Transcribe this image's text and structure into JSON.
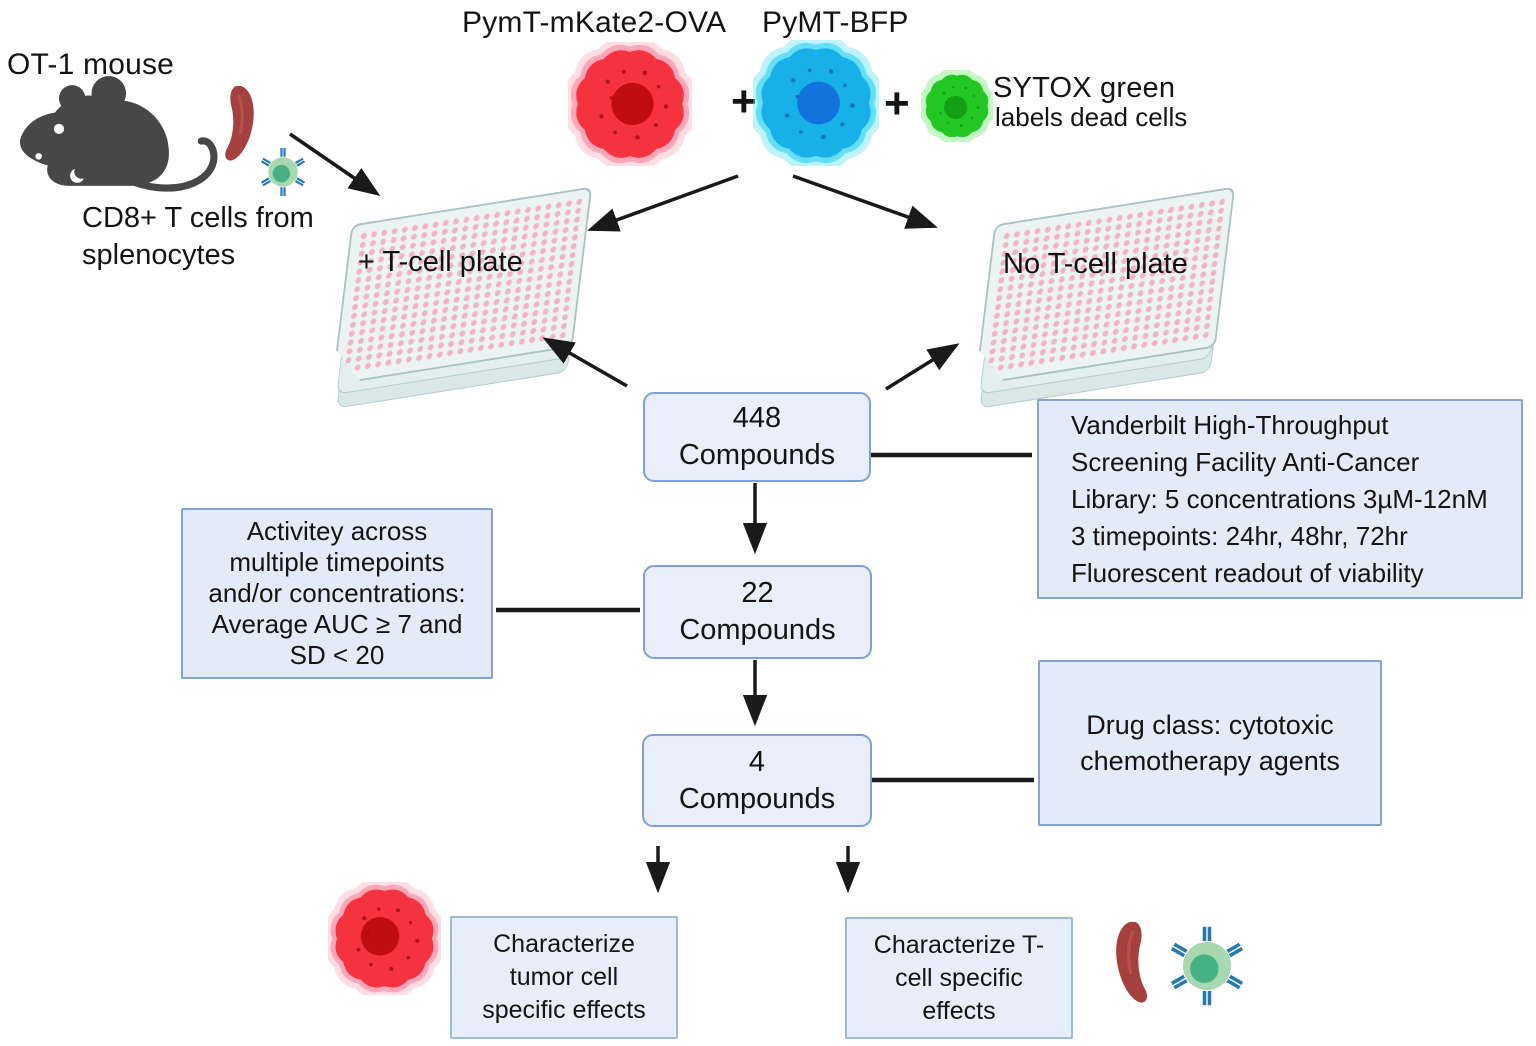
{
  "figure": {
    "mouse": {
      "title": "OT-1 mouse",
      "caption": "CD8+ T cells from\nsplenocytes"
    },
    "tumor_cells": {
      "red_label": "PymT-mKate2-OVA",
      "blue_label": "PyMT-BFP",
      "plus_sign": "+",
      "sytox_title": "SYTOX green",
      "sytox_caption": "labels dead cells"
    },
    "plates": {
      "with_tcells": "+ T-cell plate",
      "without_tcells": "No T-cell plate"
    },
    "screen_flow": {
      "compounds_448": "448\nCompounds",
      "compounds_22": "22\nCompounds",
      "compounds_4": "4\nCompounds",
      "library_note": "Vanderbilt High-Throughput\nScreening Facility Anti-Cancer\nLibrary: 5 concentrations 3µM-12nM\n3 timepoints: 24hr, 48hr, 72hr\nFluorescent readout of viability",
      "activity_filter": "Activitey across\nmultiple timepoints\nand/or concentrations:\nAverage AUC ≥ 7 and\nSD < 20",
      "drug_class_note": "Drug class: cytotoxic\nchemotherapy agents",
      "outcome_tumor": "Characterize\ntumor cell\nspecific effects",
      "outcome_tcell": "Characterize T-\ncell specific\neffects"
    },
    "icons": {
      "mouse": "ot1-mouse-icon",
      "spleen": "spleen-icon",
      "t_cell": "cd8-t-cell-icon",
      "red_cell": "pymt-mkate2-ova-tumor-cell-icon",
      "blue_cell": "pymt-bfp-tumor-cell-icon",
      "green_cell": "sytox-green-dead-cell-icon",
      "plate": "384-well-plate-icon",
      "arrow": "black-arrow"
    },
    "colors": {
      "box_fill": "#e8effb",
      "box_border": "#7da0d6",
      "red_cell": "#f5333f",
      "red_nucleus": "#c00d12",
      "red_glow": "#ff9fb4",
      "blue_cell": "#17b0e8",
      "blue_nucleus": "#1373dd",
      "blue_glow": "#5fe2f8",
      "green_cell": "#23c723",
      "green_nucleus": "#14a014",
      "green_glow": "#7bee7b",
      "plate_body": "#ebf3f3",
      "plate_well": "#f4b3c5",
      "mouse": "#474747",
      "spleen": "#a4403d",
      "tcell_body": "#a8d8b0",
      "tcell_nucleus": "#46b283",
      "tcell_receptor": "#2779b0",
      "arrow": "#1a1a1a"
    }
  }
}
